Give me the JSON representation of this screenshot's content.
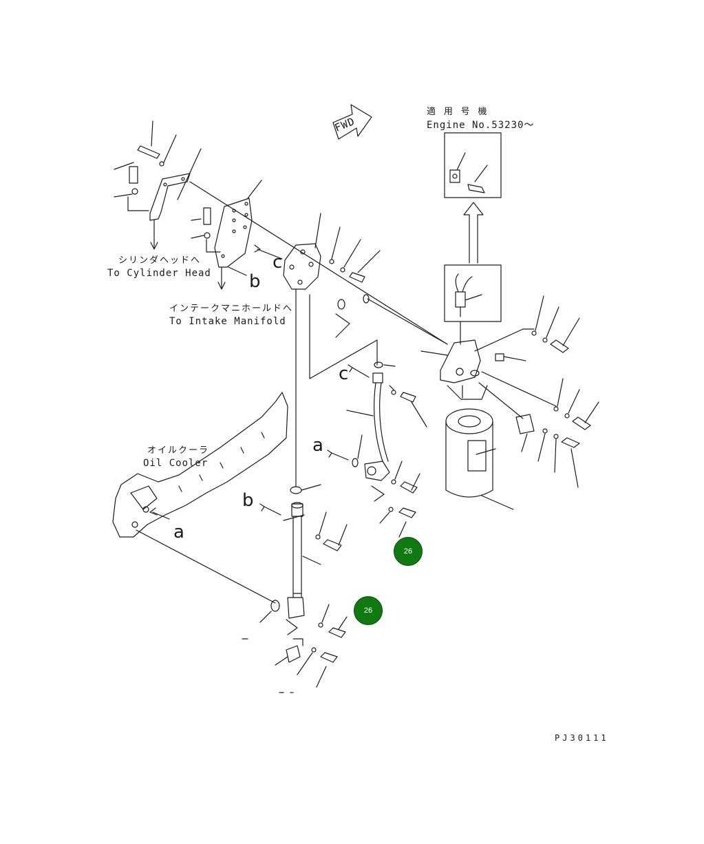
{
  "labels": {
    "applicable_jp": "適 用 号 機",
    "applicable_en": "Engine No.53230～",
    "fwd": "FWD",
    "cyl_head_jp": "シリンダヘッドへ",
    "cyl_head_en": "To Cylinder Head",
    "intake_jp": "インテークマニホールドへ",
    "intake_en": "To Intake Manifold",
    "oil_cooler_jp": "オイルクーラ",
    "oil_cooler_en": "Oil Cooler",
    "drawing_no": "PJ30111"
  },
  "connection_letters": {
    "a": "a",
    "b": "b",
    "c": "c"
  },
  "callouts": [
    "26",
    "26"
  ],
  "colors": {
    "line": "#1a1a1a",
    "callout_fill": "#0f7a0f",
    "callout_text": "#ffffff"
  }
}
